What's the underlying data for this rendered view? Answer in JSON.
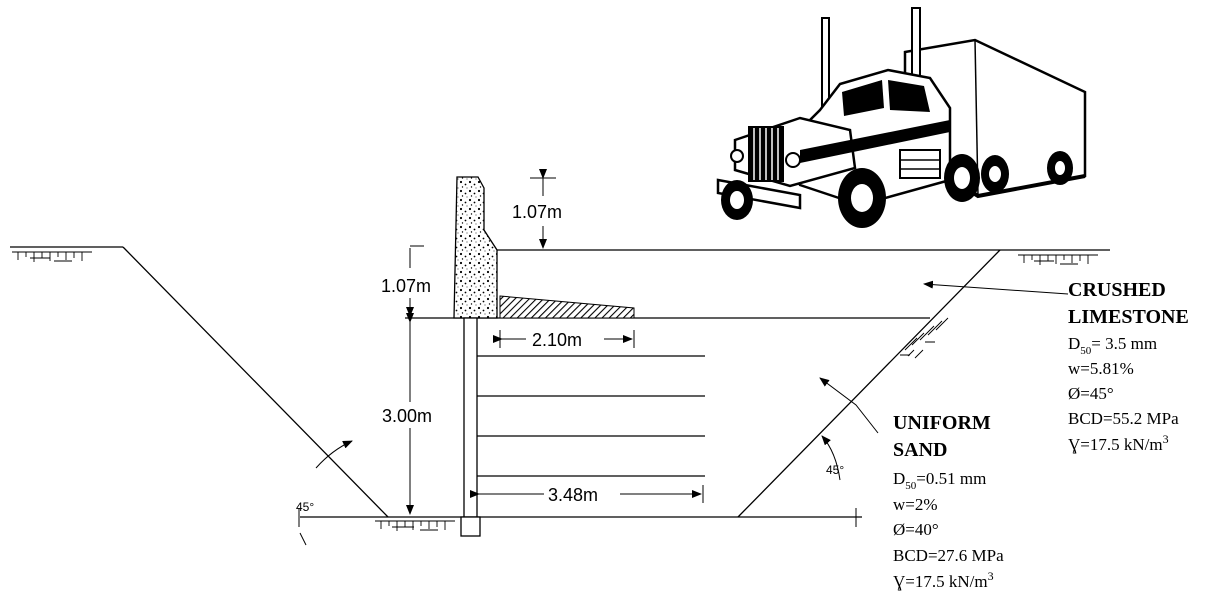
{
  "dimensions": {
    "wall_height_above_fill": "1.07m",
    "fill_thickness": "1.07m",
    "wall_height_below": "3.00m",
    "slab_width": "2.10m",
    "strip_length": "3.48m"
  },
  "angles": {
    "left_slope": "45°",
    "right_slope": "45°"
  },
  "crushed_limestone": {
    "title_line1": "CRUSHED",
    "title_line2": "LIMESTONE",
    "d50_label": "D",
    "d50_sub": "50",
    "d50_value": "=  3.5 mm",
    "moisture": "w=5.81%",
    "friction_angle": "Ø=45°",
    "bcd": "BCD=55.2 MPa",
    "unit_weight": "Ɣ=17.5 kN/m",
    "unit_weight_exp": "3"
  },
  "uniform_sand": {
    "title_line1": "UNIFORM",
    "title_line2": "SAND",
    "d50_label": "D",
    "d50_sub": "50",
    "d50_value": "=0.51 mm",
    "moisture": "w=2%",
    "friction_angle": "Ø=40°",
    "bcd": "BCD=27.6 MPa",
    "unit_weight": "Ɣ=17.5 kN/m",
    "unit_weight_exp": "3"
  }
}
